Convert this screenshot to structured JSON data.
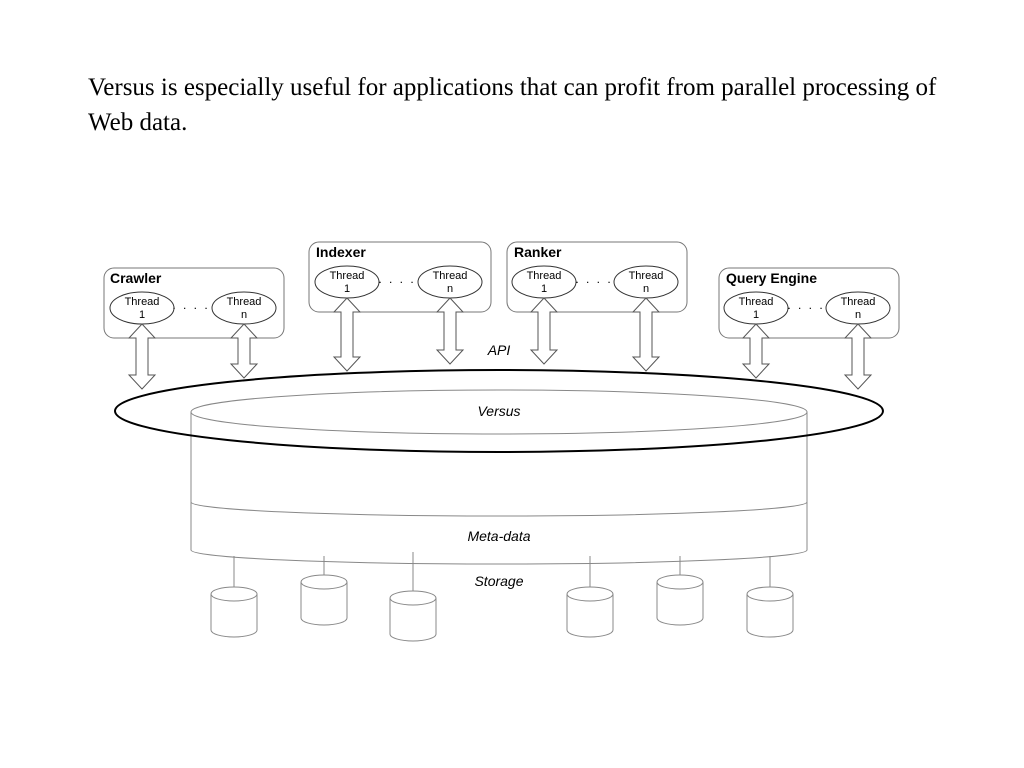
{
  "slide": {
    "text": "Versus is especially useful for applications that can profit from parallel processing of Web data."
  },
  "diagram": {
    "components": [
      {
        "name": "Crawler",
        "thread_first": [
          "Thread",
          "1"
        ],
        "thread_last": [
          "Thread",
          "n"
        ],
        "ellipsis": ". . . ."
      },
      {
        "name": "Indexer",
        "thread_first": [
          "Thread",
          "1"
        ],
        "thread_last": [
          "Thread",
          "n"
        ],
        "ellipsis": ". . . ."
      },
      {
        "name": "Ranker",
        "thread_first": [
          "Thread",
          "1"
        ],
        "thread_last": [
          "Thread",
          "n"
        ],
        "ellipsis": ". . . ."
      },
      {
        "name": "Query Engine",
        "thread_first": [
          "Thread",
          "1"
        ],
        "thread_last": [
          "Thread",
          "n"
        ],
        "ellipsis": ". . . ."
      }
    ],
    "api_label": "API",
    "versus_label": "Versus",
    "metadata_label": "Meta-data",
    "storage_label": "Storage"
  }
}
